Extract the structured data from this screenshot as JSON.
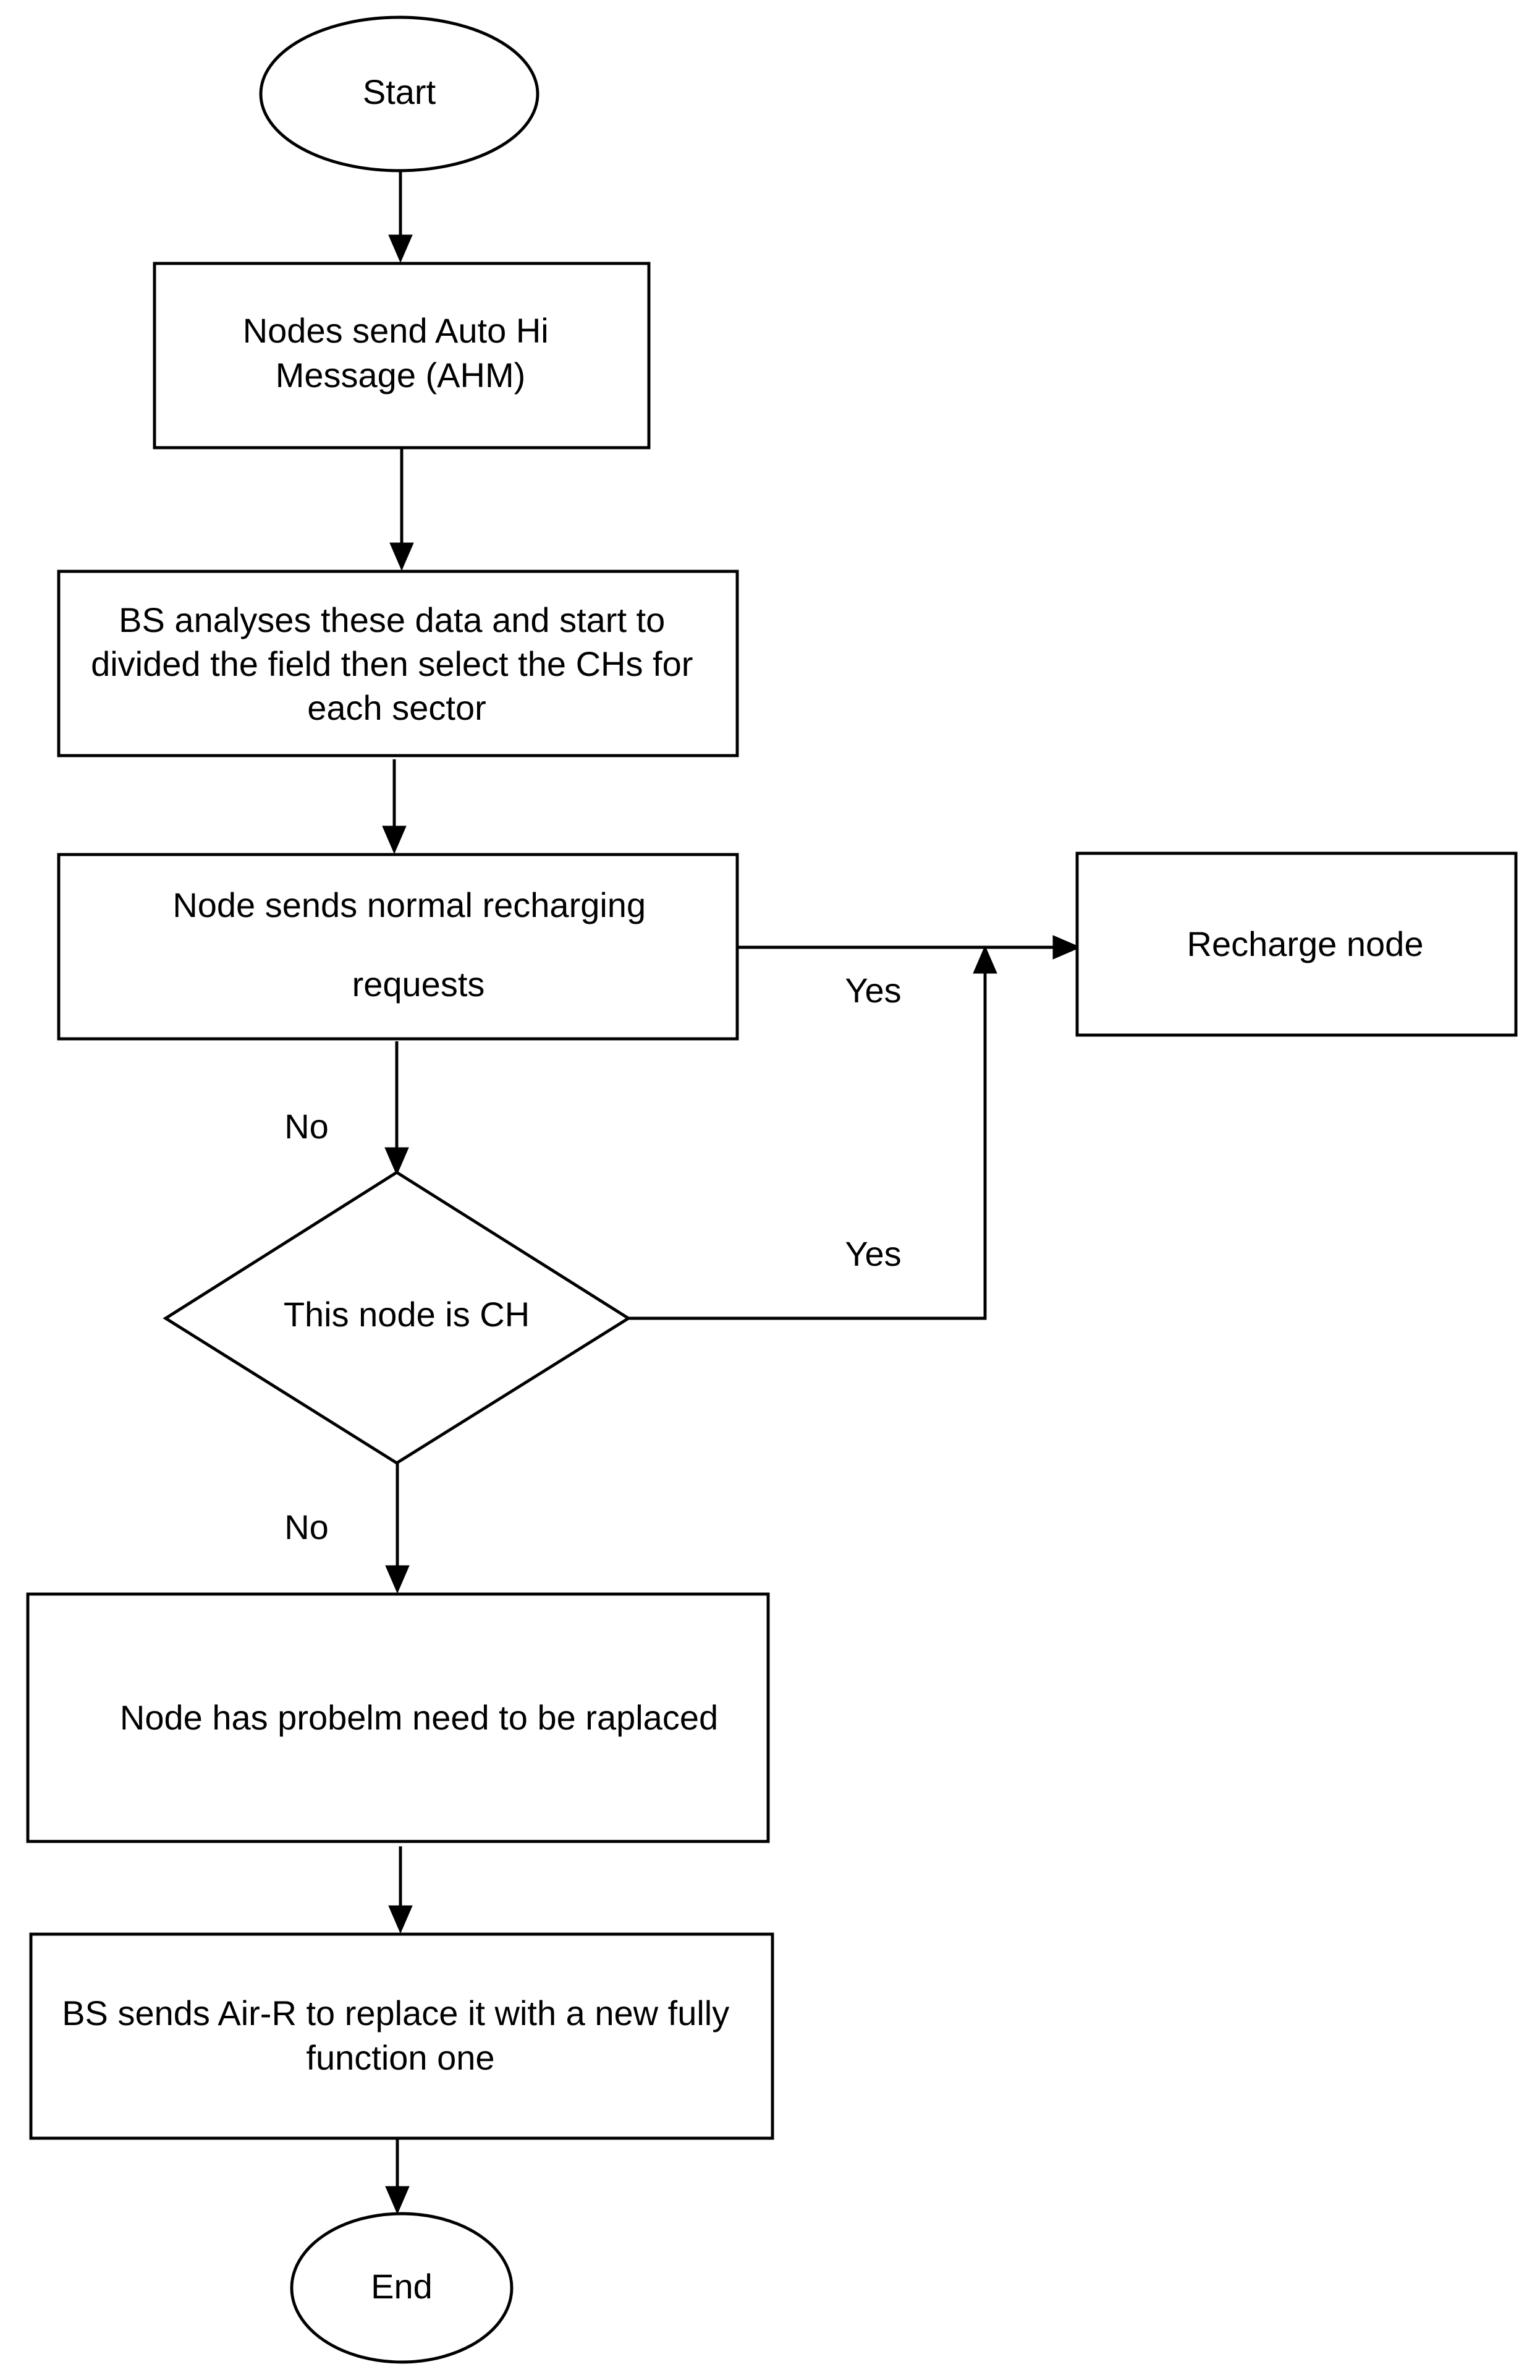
{
  "diagram": {
    "nodes": {
      "start": {
        "lines": [
          "Start"
        ]
      },
      "ahm": {
        "lines": [
          "Nodes send Auto Hi",
          "Message (AHM)"
        ]
      },
      "bs_analyses": {
        "lines": [
          "BS analyses these data and start to",
          "divided the field then select the CHs for",
          "each sector"
        ]
      },
      "normal_request": {
        "lines": [
          "Node sends normal recharging",
          "requests"
        ]
      },
      "recharge": {
        "lines": [
          "Recharge node"
        ]
      },
      "is_ch": {
        "lines": [
          "This node is CH"
        ]
      },
      "replace_needed": {
        "lines": [
          "Node has probelm need to be raplaced"
        ]
      },
      "air_r": {
        "lines": [
          "BS sends Air-R to replace it with a new fully",
          "function one"
        ]
      },
      "end": {
        "lines": [
          "End"
        ]
      }
    },
    "edge_labels": {
      "yes_request": "Yes",
      "no_request": "No",
      "yes_ch": "Yes",
      "no_ch": "No"
    }
  }
}
